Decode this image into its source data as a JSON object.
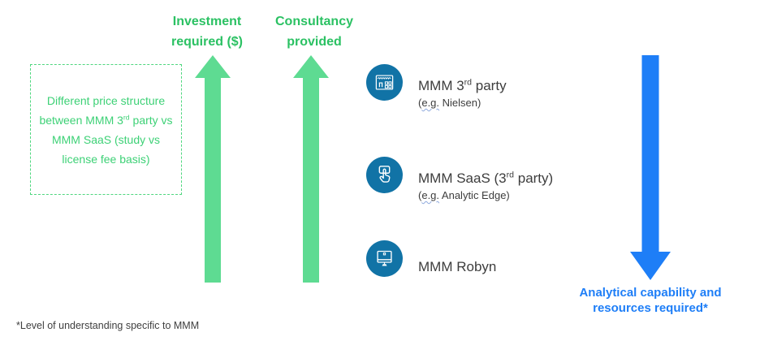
{
  "colors": {
    "green_heading": "#2bc163",
    "green_arrow": "#5edb92",
    "green_box_text": "#3dd176",
    "green_box_border": "#4fd77f",
    "blue_circle": "#1173a6",
    "blue_arrow": "#1e7ef7",
    "blue_caption": "#1e7ef7",
    "item_text": "#3d3d3d",
    "footnote_text": "#404040"
  },
  "headings": {
    "investment": "Investment\nrequired ($)",
    "consultancy": "Consultancy\nprovided"
  },
  "note_box": {
    "line1": "Different price structure",
    "line2_pre": "between MMM 3",
    "line2_sup": "rd",
    "line2_post": " party vs",
    "line3": "MMM SaaS (study vs",
    "line4": "license fee basis)"
  },
  "items": [
    {
      "icon": "storefront-icon",
      "label_pre": "MMM 3",
      "label_sup": "rd",
      "label_post": " party",
      "sub_pre": "(",
      "sub_eg": "e.g.",
      "sub_post": " Nielsen)"
    },
    {
      "icon": "tap-icon",
      "label_pre": "MMM SaaS (3",
      "label_sup": "rd",
      "label_post": " party)",
      "sub_pre": "(",
      "sub_eg": "e.g.",
      "sub_post": " Analytic Edge)"
    },
    {
      "icon": "monitor-icon",
      "label_pre": "MMM Robyn",
      "label_sup": "",
      "label_post": ""
    }
  ],
  "blue_caption": "Analytical capability and\nresources required*",
  "footnote": "*Level of understanding specific to MMM"
}
